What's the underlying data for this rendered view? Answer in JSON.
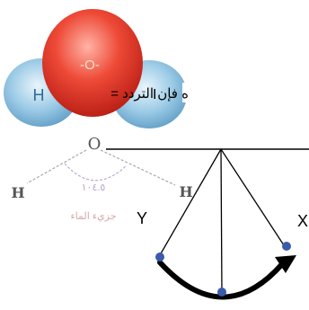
{
  "molecule": {
    "oxygen_symbol": "O",
    "oxygen_charge": "-O-",
    "hydrogen_left": "H",
    "hydrogen_right": "H",
    "bond_angle": "١٠٤.٥",
    "caption": "جزيء الماء",
    "colors": {
      "oxygen": "#e23a2a",
      "hydrogen": "#8ec6e6",
      "caption": "#d6a9a9"
    }
  },
  "text": {
    "fragment": "ه فإن التردد =",
    "partial_glyph": "I"
  },
  "pendulum": {
    "label_y": "Y",
    "label_x": "X",
    "colors": {
      "bob": "#3b5bab",
      "arrow": "#000000"
    }
  }
}
